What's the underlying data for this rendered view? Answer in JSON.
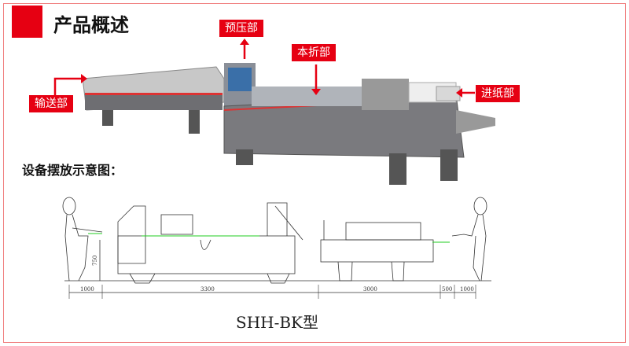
{
  "header": {
    "title": "产品概述"
  },
  "labels": {
    "pre_press": "预压部",
    "main_fold": "本折部",
    "feeder": "进纸部",
    "conveyor": "输送部"
  },
  "layout_section": {
    "title": "设备摆放示意图："
  },
  "drawing": {
    "dimensions": [
      "1000",
      "3300",
      "3000",
      "500",
      "1000"
    ],
    "height_dim": "750",
    "model": "SHH-BK型"
  },
  "colors": {
    "accent": "#e60012",
    "border": "#f08080"
  }
}
